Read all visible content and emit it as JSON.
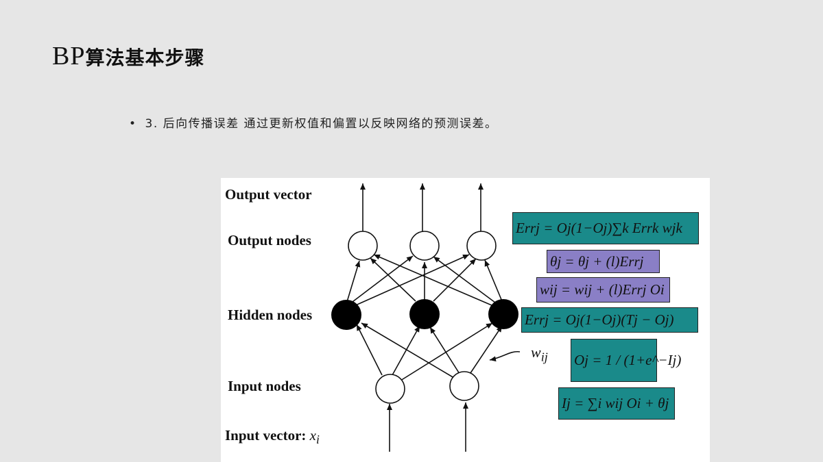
{
  "title": {
    "latin": "BP",
    "chinese": "算法基本步骤"
  },
  "bullet": {
    "dot": "•",
    "text": "3. 后向传播误差 通过更新权值和偏置以反映网络的预测误差。"
  },
  "diagram": {
    "labels": {
      "output_vector": "Output vector",
      "output_nodes": "Output nodes",
      "hidden_nodes": "Hidden nodes",
      "input_nodes": "Input nodes",
      "input_vector": "Input vector: ",
      "input_vector_symbol": "x",
      "input_vector_sub": "i"
    },
    "weight_label": "w",
    "weight_label_sub": "ij",
    "formulas": [
      {
        "text": "Errj = Oj(1−Oj)∑k Errk wjk",
        "color": "#1a8a8a"
      },
      {
        "text": "θj = θj + (l)Errj",
        "color": "#8a7fc6"
      },
      {
        "text": "wij = wij + (l)Errj Oi",
        "color": "#8a7fc6"
      },
      {
        "text": "Errj = Oj(1−Oj)(Tj − Oj)",
        "color": "#1a8a8a"
      },
      {
        "text": "Oj = 1 / (1+e^−Ij)",
        "color": "#1a8a8a"
      },
      {
        "text": "Ij = ∑i wij Oi + θj",
        "color": "#1a8a8a"
      }
    ]
  }
}
